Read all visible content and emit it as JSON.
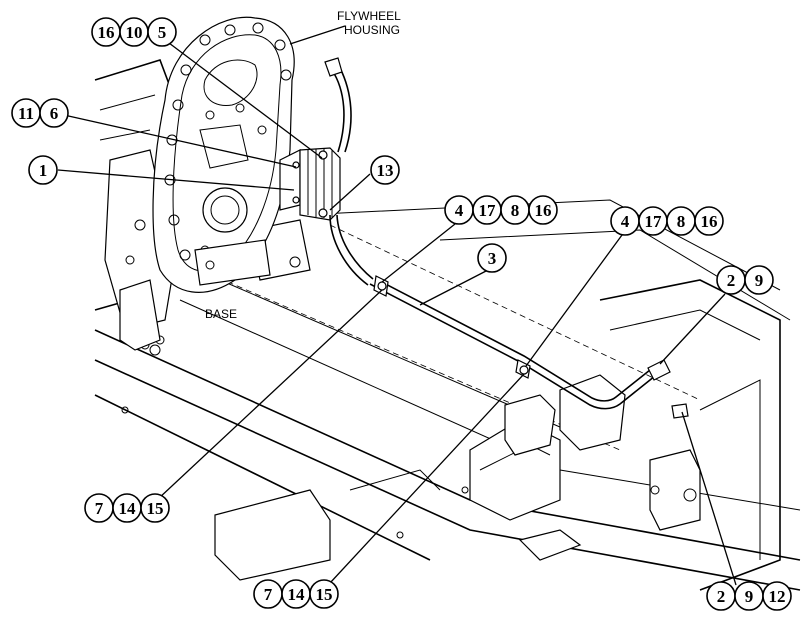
{
  "labels": {
    "flywheel_housing_line1": "FLYWHEEL",
    "flywheel_housing_line2": "HOUSING",
    "base": "BASE"
  },
  "callouts": {
    "top_left": [
      "16",
      "10",
      "5"
    ],
    "left_upper": [
      "11",
      "6"
    ],
    "left_mid": [
      "1"
    ],
    "boot": [
      "13"
    ],
    "clamp_a_top": [
      "4",
      "17",
      "8",
      "16"
    ],
    "clamp_b_top": [
      "4",
      "17",
      "8",
      "16"
    ],
    "tube": [
      "3"
    ],
    "elbow_right": [
      "2",
      "9"
    ],
    "clamp_a_bottom": [
      "7",
      "14",
      "15"
    ],
    "clamp_b_bottom": [
      "7",
      "14",
      "15"
    ],
    "fitting_bottom": [
      "2",
      "9",
      "12"
    ]
  }
}
